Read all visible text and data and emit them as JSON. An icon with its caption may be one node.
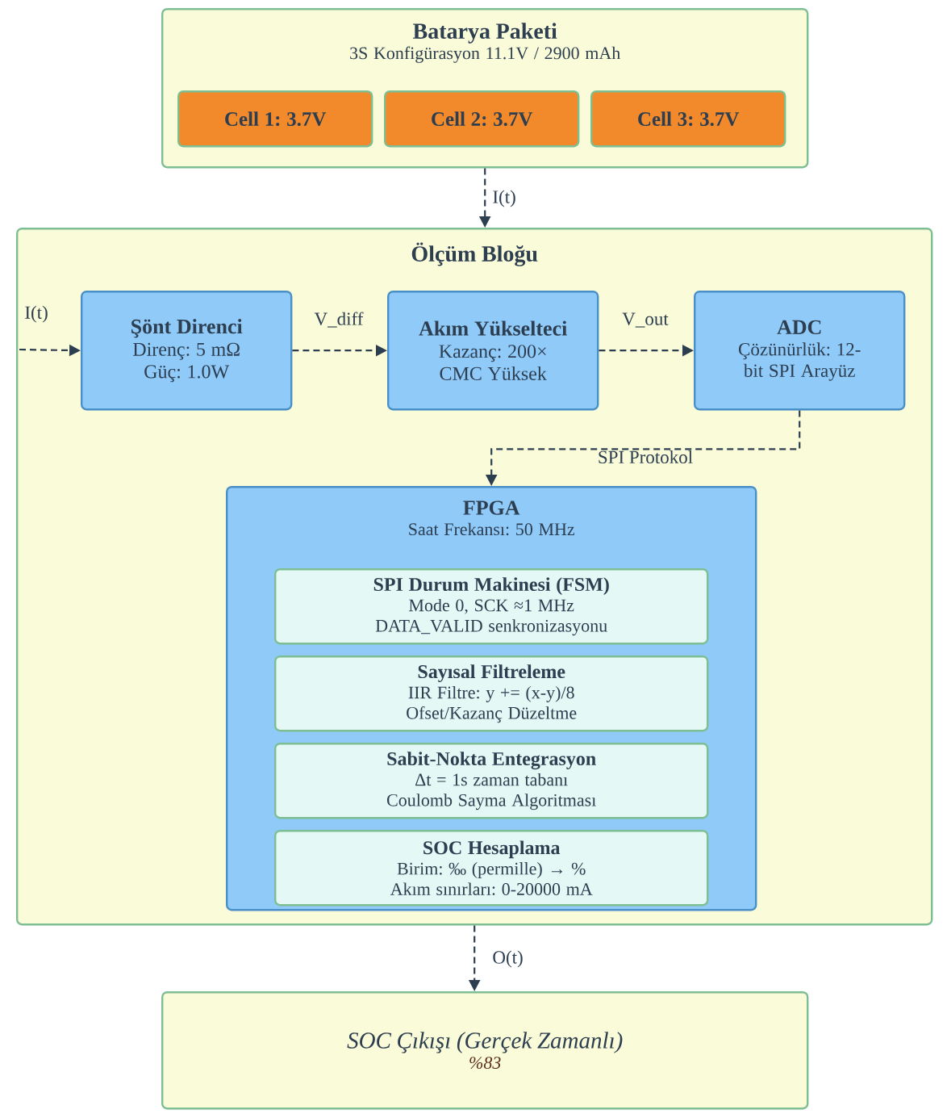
{
  "diagram": {
    "nodes": [
      {
        "text": [
          "Batarya Paketi",
          "3S Konfigürasyon 11.1V / 2900 mAh"
        ]
      },
      {
        "text": [
          "Cell 1: 3.7V"
        ],
        "in": 0
      },
      {
        "text": [
          "Cell 2: 3.7V"
        ],
        "in": 0
      },
      {
        "text": [
          "Cell 3: 3.7V"
        ],
        "in": 0
      },
      {
        "text": [
          "Ölçüm Bloğu"
        ]
      },
      {
        "text": [
          "Şönt Direnci",
          "Direnç: 5 mΩ Güç: 1.0W"
        ],
        "in": 4
      },
      {
        "text": [
          "Akım Yükselteci",
          "Kazanç: 200× CMC Yüksek"
        ],
        "in": 4
      },
      {
        "text": [
          "ADC",
          "Çözünürlük: 12-bit SPI Arayüz"
        ],
        "in": 4
      },
      {
        "text": [
          "FPGA",
          "Saat Frekansı: 50 MHz"
        ],
        "in": 4
      },
      {
        "text": [
          "SPI Durum Makinesi (FSM)",
          "Mode 0, SCK ≈1 MHz DATA_VALID senkronizasyonu"
        ],
        "in": 8
      },
      {
        "text": [
          "Sayısal Filtreleme",
          "IIR Filtre: y += (x-y)/8 Ofset/Kazanç Düzeltme"
        ],
        "in": 8
      },
      {
        "text": [
          "Sabit-Nokta Entegrasyon",
          "Δt = 1s zaman tabanı Coulomb Sayma Algoritması"
        ],
        "in": 8
      },
      {
        "text": [
          "SOC Hesaplama",
          "Birim: ‰ (permille) → % Akım sınırları: 0-20000 mA"
        ],
        "in": 8
      },
      {
        "text": [
          "SOC Çıkışı (Gerçek Zamanlı)",
          "%83"
        ]
      }
    ],
    "edges": [
      {
        "from": 0,
        "to": 4,
        "arrow": "to",
        "label": "I(t)"
      },
      {
        "from": null,
        "to": 5,
        "arrow": "to",
        "label": "I(t)"
      },
      {
        "from": 5,
        "to": 6,
        "arrow": "to",
        "label": "V_diff"
      },
      {
        "from": 6,
        "to": 7,
        "arrow": "to",
        "label": "V_out"
      },
      {
        "from": 7,
        "to": 8,
        "arrow": "to",
        "label": "SPI Protokol"
      },
      {
        "from": 4,
        "to": 13,
        "arrow": "to",
        "label": "O(t)"
      }
    ]
  }
}
